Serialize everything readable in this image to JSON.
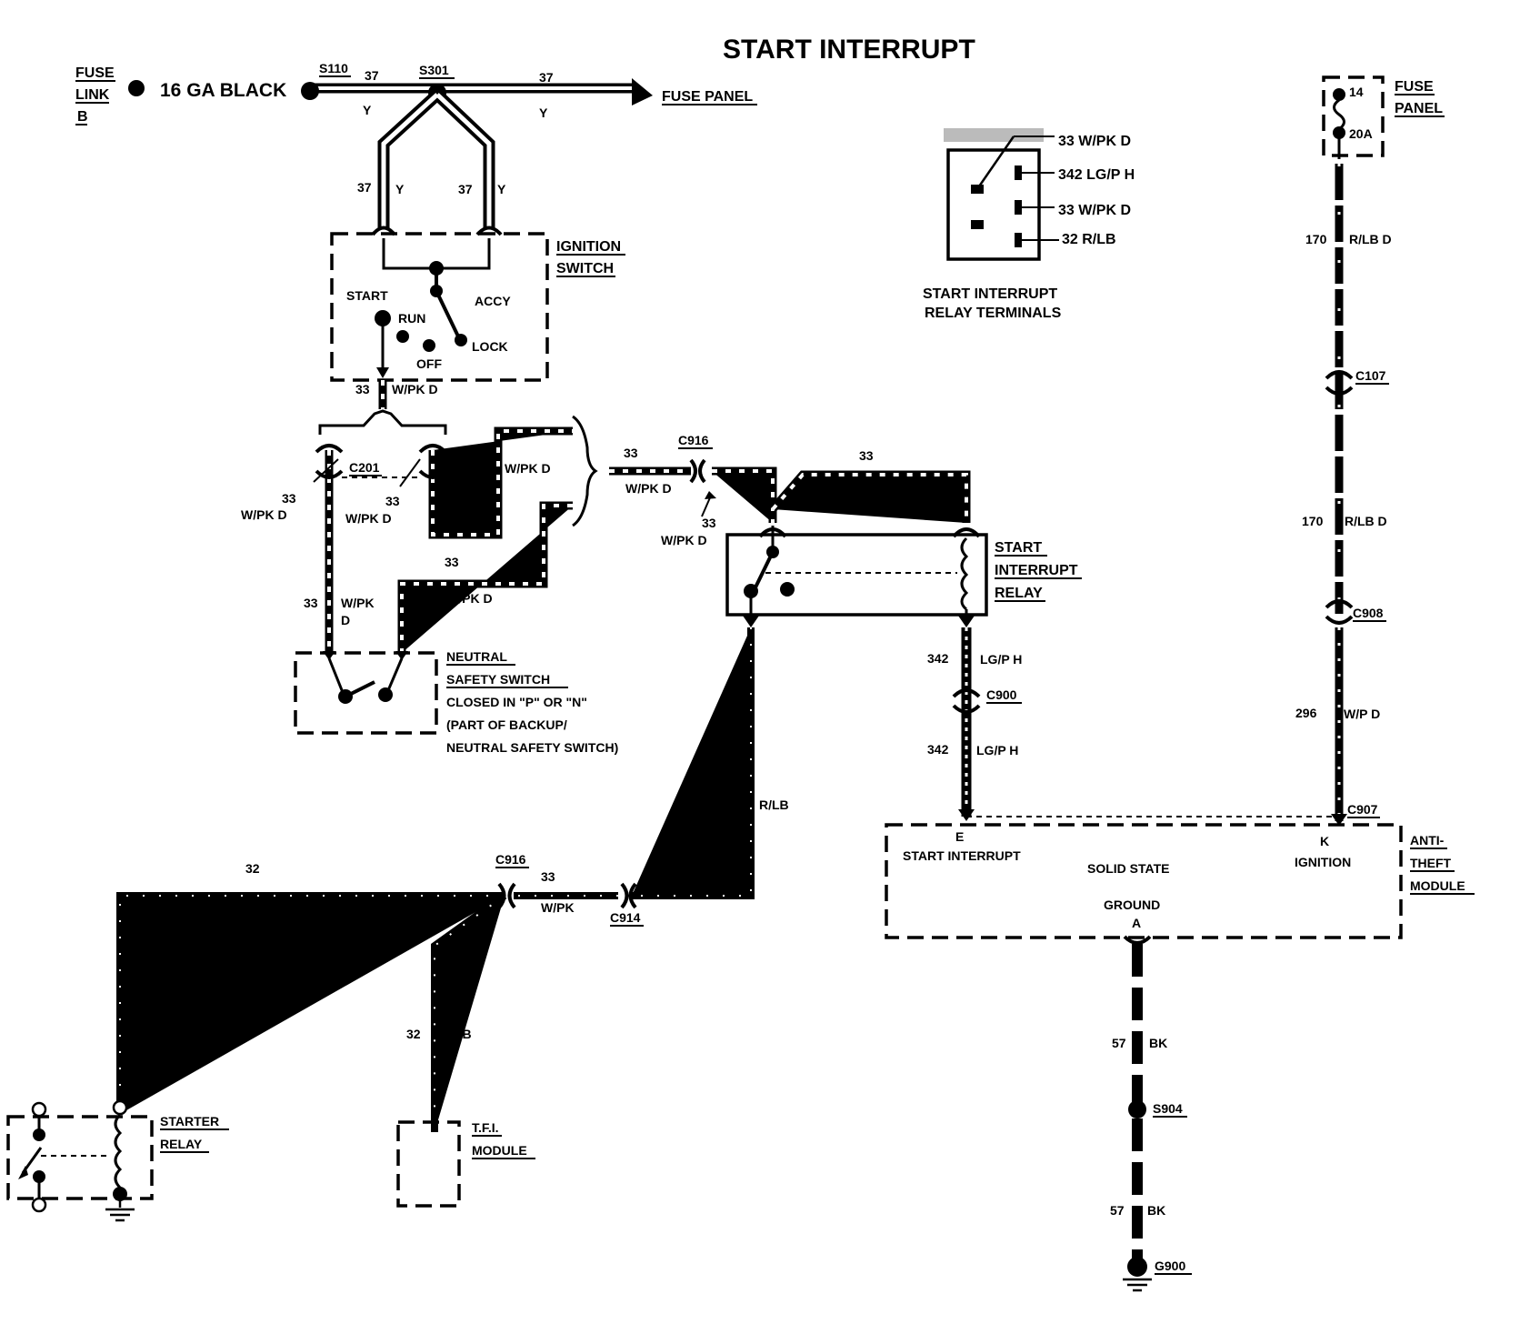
{
  "title": "START INTERRUPT",
  "fuse_link": {
    "line1": "FUSE",
    "line2": "LINK",
    "line3": "B",
    "wire": "16 GA BLACK"
  },
  "splices": {
    "s110": "S110",
    "s301": "S301",
    "s904": "S904"
  },
  "top_bus": {
    "left_circuit": "37",
    "left_color": "Y",
    "right_circuit": "37",
    "right_color": "Y",
    "dest": "FUSE PANEL"
  },
  "ign_feeds": {
    "l_circuit": "37",
    "l_color": "Y",
    "r_circuit": "37",
    "r_color": "Y"
  },
  "ignition_switch": {
    "label1": "IGNITION",
    "label2": "SWITCH",
    "start": "START",
    "run": "RUN",
    "accy": "ACCY",
    "lock": "LOCK",
    "off": "OFF"
  },
  "wire_33_a": {
    "circuit": "33",
    "color": "W/PK D"
  },
  "c201": {
    "name": "C201",
    "l_circuit": "33",
    "l_color": "W/PK D",
    "m_circuit": "33",
    "m_color": "W/PK D"
  },
  "upper_loop": {
    "circuit": "33",
    "color": "W/PK D"
  },
  "c916_top": {
    "name": "C916",
    "circuit": "33",
    "color": "W/PK D",
    "below_circuit": "33",
    "below_color": "W/PK D"
  },
  "relay_top_wire": {
    "circuit": "33",
    "color": "W/PK D"
  },
  "nss_loop": {
    "circuit": "33",
    "color": "W/PK D",
    "left_circuit": "33",
    "left_color_1": "W/PK",
    "left_color_2": "D"
  },
  "neutral_safety": {
    "l1": "NEUTRAL",
    "l2": "SAFETY SWITCH",
    "l3": "CLOSED IN \"P\" OR \"N\"",
    "l4": "(PART OF BACKUP/",
    "l5": "NEUTRAL SAFETY SWITCH)"
  },
  "relay_terminals": {
    "t1": "33 W/PK D",
    "t2": "342 LG/P H",
    "t3": "33 W/PK D",
    "t4": "32 R/LB",
    "caption1": "START INTERRUPT",
    "caption2": "RELAY TERMINALS"
  },
  "start_relay": {
    "l1": "START",
    "l2": "INTERRUPT",
    "l3": "RELAY"
  },
  "wire_342": {
    "circuit": "342",
    "color": "LG/P H",
    "connector": "C900",
    "circuit2": "342",
    "color2": "LG/P H"
  },
  "wire_32_down": {
    "circuit": "32",
    "color": "R/LB"
  },
  "bottom_bus": {
    "left_circuit": "32",
    "left_color": "R/LB",
    "c916": "C916",
    "mid_circuit": "33",
    "mid_color": "W/PK",
    "c914": "C914"
  },
  "tfi_wire": {
    "circuit": "32",
    "color": "R/LB"
  },
  "starter_relay": {
    "l1": "STARTER",
    "l2": "RELAY"
  },
  "tfi_module": {
    "l1": "T.F.I.",
    "l2": "MODULE"
  },
  "fuse_panel_right": {
    "l1": "FUSE",
    "l2": "PANEL",
    "fuse_num": "14",
    "rating": "20A"
  },
  "wire_170": {
    "circuit": "170",
    "color": "R/LB D",
    "c107": "C107",
    "circuit2": "170",
    "color2": "R/LB D",
    "c908": "C908"
  },
  "wire_296": {
    "circuit": "296",
    "color": "W/P D",
    "c907": "C907"
  },
  "anti_theft": {
    "pin_e": "E",
    "start_interrupt": "START INTERRUPT",
    "solid_state": "SOLID STATE",
    "pin_k": "K",
    "ignition": "IGNITION",
    "ground": "GROUND",
    "pin_a": "A",
    "l1": "ANTI-",
    "l2": "THEFT",
    "l3": "MODULE"
  },
  "ground_wire": {
    "circuit": "57",
    "color": "BK",
    "circuit2": "57",
    "color2": "BK",
    "g900": "G900"
  }
}
